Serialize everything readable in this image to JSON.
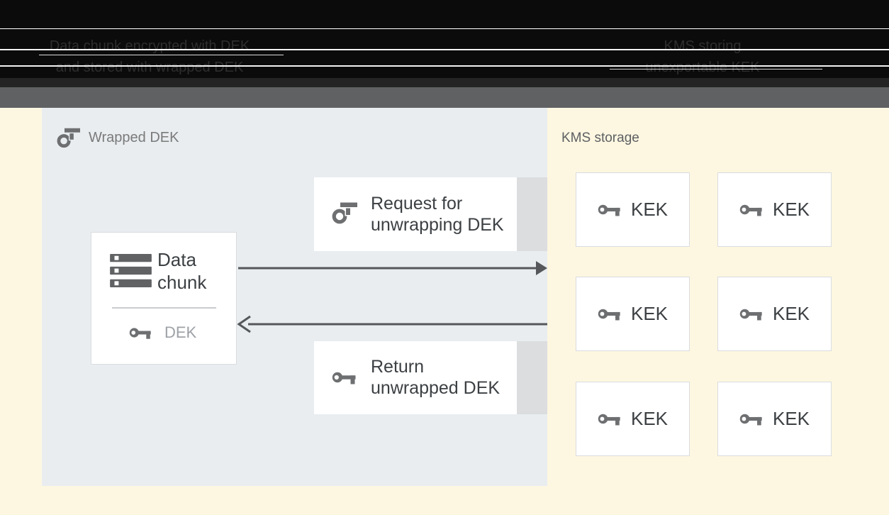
{
  "header": {
    "left_caption": {
      "line1": "Data chunk encrypted with DEK",
      "line2": "and stored with wrapped DEK"
    },
    "right_caption": {
      "line1": "KMS storing",
      "line2": "unexportable KEK"
    }
  },
  "wrapped_dek_panel": {
    "title": "Wrapped DEK",
    "data_chunk_box": {
      "title": "Data chunk",
      "key_label": "DEK"
    },
    "request_box": {
      "label": "Request for unwrapping DEK"
    },
    "return_box": {
      "label": "Return unwrapped DEK"
    }
  },
  "kms_panel": {
    "title": "KMS storage",
    "keks": [
      {
        "label": "KEK"
      },
      {
        "label": "KEK"
      },
      {
        "label": "KEK"
      },
      {
        "label": "KEK"
      },
      {
        "label": "KEK"
      },
      {
        "label": "KEK"
      }
    ]
  },
  "colors": {
    "header_bg": "#0b0b0b",
    "header_strip": "#242424",
    "header_text": "#2e2e2e",
    "divider_bar": "#5f6163",
    "canvas_bg": "#fdf7e1",
    "panel_bg": "#e9edf0",
    "panel_label": "#7a7a7a",
    "box_border": "#d9dce0",
    "tail": "#dcdddf",
    "arrow": "#55575a",
    "icon_gray": "#6d6f71",
    "text_dark": "#3c4043",
    "text_muted": "#9da1a5",
    "kms_label": "#5e6063"
  }
}
